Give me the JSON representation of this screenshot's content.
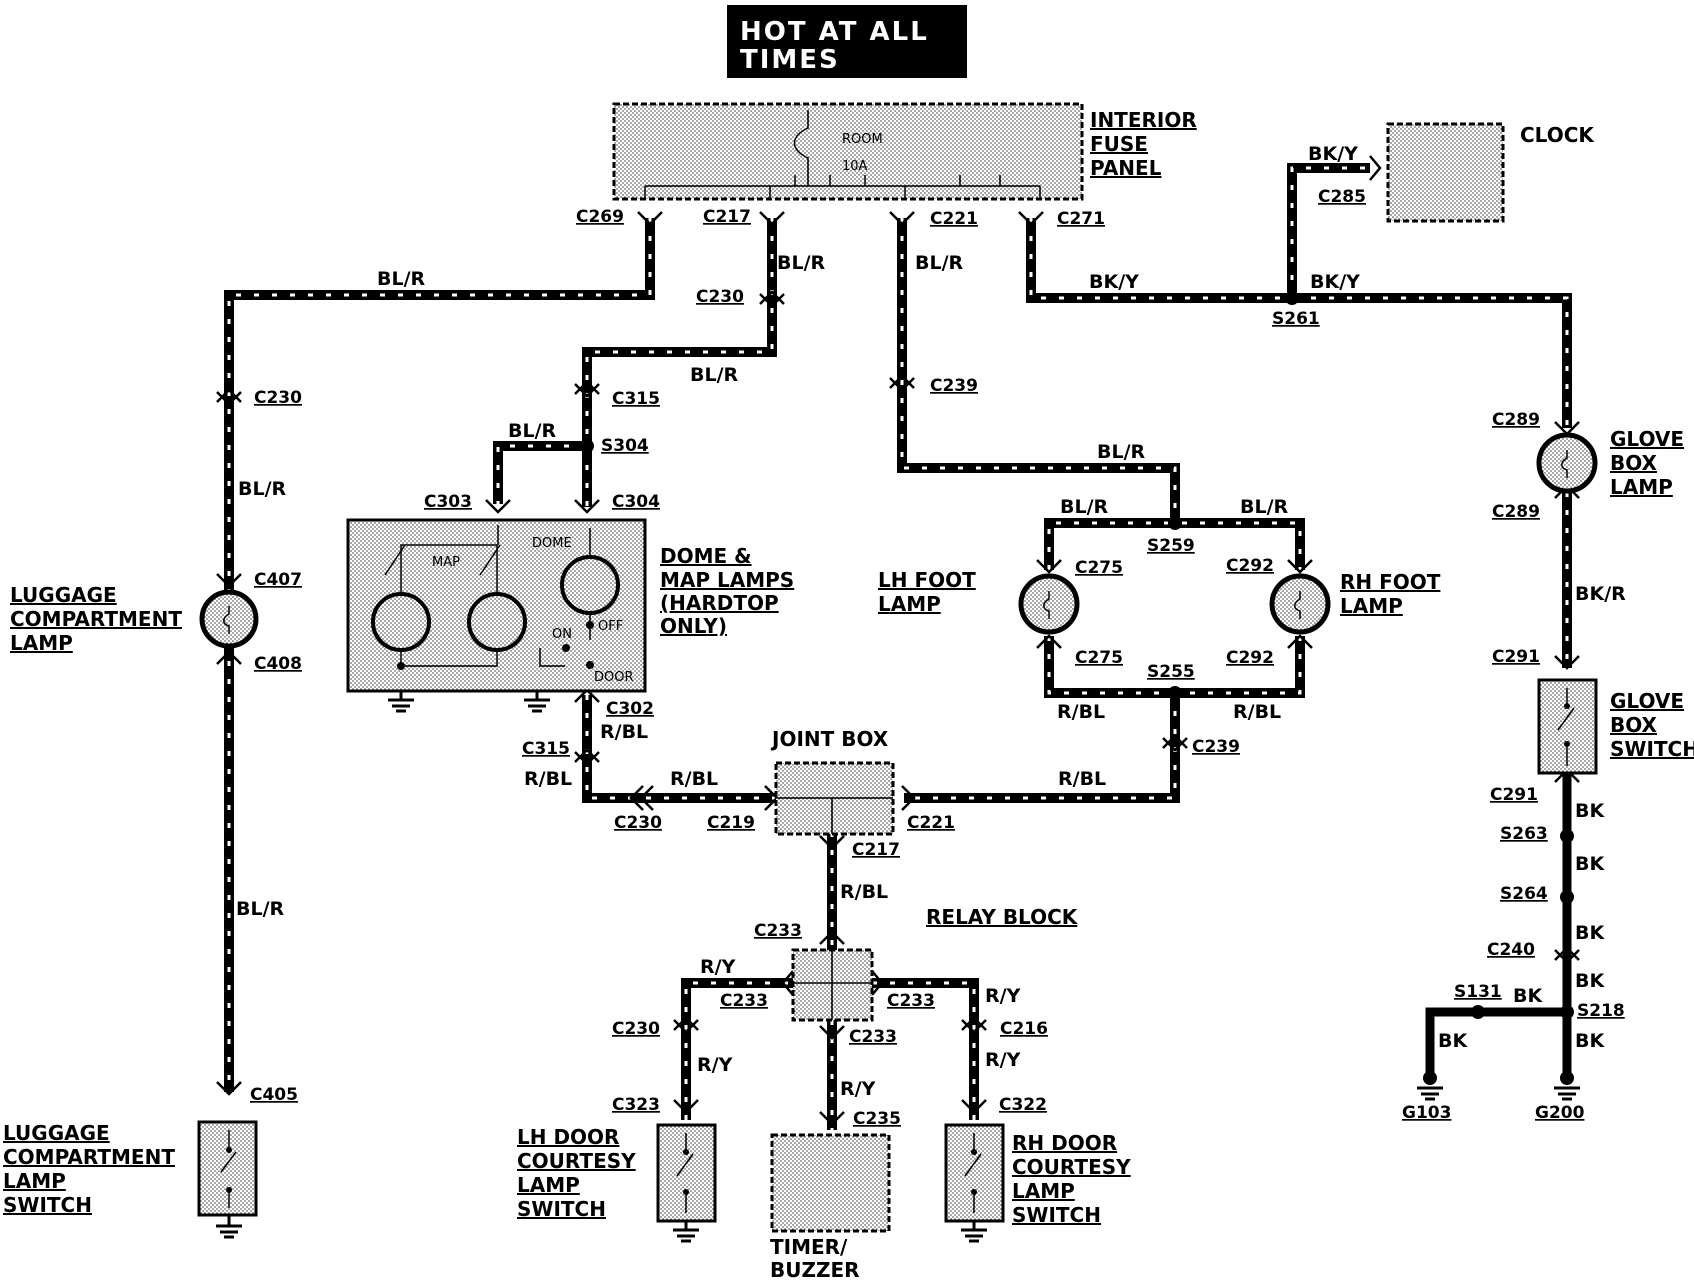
{
  "header": {
    "line1": "HOT AT ALL",
    "line2": "TIMES"
  },
  "components": {
    "fuse_panel": [
      "INTERIOR",
      "FUSE",
      "PANEL"
    ],
    "fuse_room": "ROOM",
    "fuse_amp": "10A",
    "clock": "CLOCK",
    "glove_box_lamp": [
      "GLOVE",
      "BOX",
      "LAMP"
    ],
    "glove_box_switch": [
      "GLOVE",
      "BOX",
      "SWITCH"
    ],
    "luggage_lamp": [
      "LUGGAGE",
      "COMPARTMENT",
      "LAMP"
    ],
    "luggage_switch": [
      "LUGGAGE",
      "COMPARTMENT",
      "LAMP",
      "SWITCH"
    ],
    "dome_map": [
      "DOME &",
      "MAP LAMPS",
      "(HARDTOP",
      "ONLY)"
    ],
    "dome_inner": {
      "map": "MAP",
      "dome": "DOME",
      "on": "ON",
      "off": "OFF",
      "door": "DOOR"
    },
    "lh_foot": [
      "LH FOOT",
      "LAMP"
    ],
    "rh_foot": [
      "RH FOOT",
      "LAMP"
    ],
    "joint_box": "JOINT BOX",
    "relay_block": "RELAY BLOCK",
    "lh_door": [
      "LH DOOR",
      "COURTESY",
      "LAMP",
      "SWITCH"
    ],
    "rh_door": [
      "RH DOOR",
      "COURTESY",
      "LAMP",
      "SWITCH"
    ],
    "timer": [
      "TIMER/",
      "BUZZER"
    ]
  },
  "connectors": {
    "c269": "C269",
    "c217a": "C217",
    "c221a": "C221",
    "c271": "C271",
    "c285": "C285",
    "c230a": "C230",
    "c230b": "C230",
    "c239a": "C239",
    "s261": "S261",
    "c289a": "C289",
    "c289b": "C289",
    "c315a": "C315",
    "s304": "S304",
    "c303": "C303",
    "c304": "C304",
    "s259": "S259",
    "c275a": "C275",
    "c292a": "C292",
    "c407": "C407",
    "c408": "C408",
    "c275b": "C275",
    "c292b": "C292",
    "s255": "S255",
    "c291a": "C291",
    "c302": "C302",
    "c315b": "C315",
    "c239b": "C239",
    "c230c": "C230",
    "c219": "C219",
    "c221b": "C221",
    "c217b": "C217",
    "c291b": "C291",
    "s263": "S263",
    "s264": "S264",
    "c233a": "C233",
    "c233b": "C233",
    "c233c": "C233",
    "c240": "C240",
    "s131": "S131",
    "s218": "S218",
    "c230d": "C230",
    "c216": "C216",
    "c233d": "C233",
    "c323": "C323",
    "c322": "C322",
    "c235": "C235",
    "c405": "C405",
    "g103": "G103",
    "g200": "G200"
  },
  "wires": {
    "blr": "BL/R",
    "bky": "BK/Y",
    "bkr": "BK/R",
    "rbl": "R/BL",
    "ry": "R/Y",
    "bk": "BK"
  }
}
